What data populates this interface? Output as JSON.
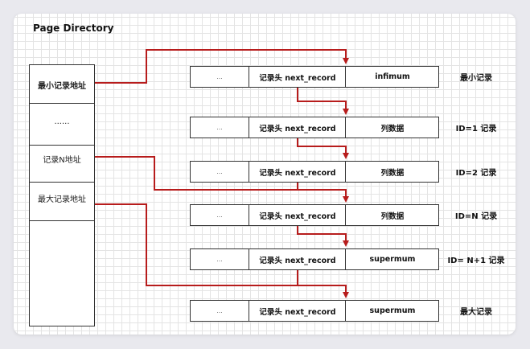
{
  "title": "Page Directory",
  "directory": {
    "slots": [
      "最小记录地址",
      "......",
      "记录N地址",
      "最大记录地址",
      ""
    ]
  },
  "records": [
    {
      "dots": "...",
      "header": "记录头 next_record",
      "data": "infimum",
      "label": "最小记录"
    },
    {
      "dots": "...",
      "header": "记录头 next_record",
      "data": "列数据",
      "label": "ID=1 记录"
    },
    {
      "dots": "...",
      "header": "记录头 next_record",
      "data": "列数据",
      "label": "ID=2 记录"
    },
    {
      "dots": "...",
      "header": "记录头 next_record",
      "data": "列数据",
      "label": "ID=N 记录"
    },
    {
      "dots": "...",
      "header": "记录头 next_record",
      "data": "supermum",
      "label": "ID= N+1 记录"
    },
    {
      "dots": "...",
      "header": "记录头 next_record",
      "data": "supermum",
      "label": "最大记录"
    }
  ],
  "arrow_color": "#b71c1c"
}
